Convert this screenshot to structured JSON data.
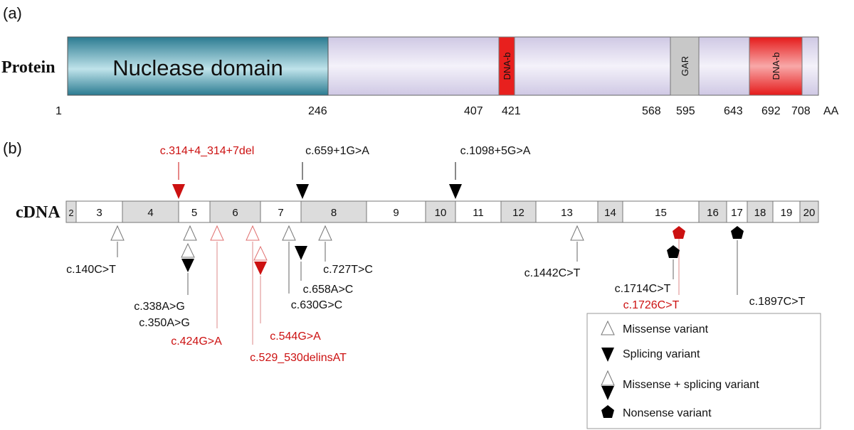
{
  "panel_a_label": "(a)",
  "panel_b_label": "(b)",
  "protein": {
    "row_label": "Protein",
    "unit": "AA",
    "colors": {
      "nuclease": "#2a7a90",
      "body": "#dcd6ec",
      "dna_binding": "#e81c1c",
      "gar": "#c8c8c8"
    },
    "domains": [
      {
        "label": "Nuclease domain",
        "start": 1,
        "end": 246,
        "kind": "nuclease"
      },
      {
        "label": "DNA-b",
        "start": 407,
        "end": 421,
        "kind": "dna_binding"
      },
      {
        "label": "GAR",
        "start": 568,
        "end": 595,
        "kind": "gar"
      },
      {
        "label": "DNA-b",
        "start": 643,
        "end": 692,
        "kind": "dna_binding"
      }
    ],
    "ticks": [
      "1",
      "246",
      "407",
      "421",
      "568",
      "595",
      "643",
      "692",
      "708"
    ]
  },
  "cdna": {
    "row_label": "cDNA",
    "exons": [
      "2",
      "3",
      "4",
      "5",
      "6",
      "7",
      "8",
      "9",
      "10",
      "11",
      "12",
      "13",
      "14",
      "15",
      "16",
      "17",
      "18",
      "19",
      "20"
    ],
    "exon_shading": [
      "gray",
      "white",
      "gray",
      "white",
      "gray",
      "white",
      "gray",
      "white",
      "gray",
      "white",
      "gray",
      "white",
      "gray",
      "white",
      "gray",
      "white",
      "gray",
      "white",
      "gray"
    ],
    "variants_above": [
      {
        "label": "c.314+4_314+7del",
        "type": "splicing",
        "color": "#cc1111"
      },
      {
        "label": "c.659+1G>A",
        "type": "splicing",
        "color": "#000000"
      },
      {
        "label": "c.1098+5G>A",
        "type": "splicing",
        "color": "#000000"
      }
    ],
    "variants_below": [
      {
        "label": "c.140C>T",
        "type": "missense",
        "color": "#000000"
      },
      {
        "label": "c.338A>G",
        "type": "missense",
        "color": "#000000"
      },
      {
        "label": "c.350A>G",
        "type": "missense+splicing",
        "color": "#000000"
      },
      {
        "label": "c.424G>A",
        "type": "missense",
        "color": "#cc1111"
      },
      {
        "label": "c.529_530delinsAT",
        "type": "missense",
        "color": "#cc1111"
      },
      {
        "label": "c.544G>A",
        "type": "missense+splicing",
        "color": "#cc1111"
      },
      {
        "label": "c.630G>C",
        "type": "missense",
        "color": "#000000"
      },
      {
        "label": "c.658A>C",
        "type": "splicing",
        "color": "#000000"
      },
      {
        "label": "c.727T>C",
        "type": "missense",
        "color": "#000000"
      },
      {
        "label": "c.1442C>T",
        "type": "missense",
        "color": "#000000"
      },
      {
        "label": "c.1714C>T",
        "type": "nonsense",
        "color": "#000000"
      },
      {
        "label": "c.1726C>T",
        "type": "nonsense",
        "color": "#cc1111"
      },
      {
        "label": "c.1897C>T",
        "type": "nonsense",
        "color": "#000000"
      }
    ]
  },
  "legend": {
    "items": [
      {
        "label": "Missense variant",
        "symbol": "missense"
      },
      {
        "label": "Splicing variant",
        "symbol": "splicing"
      },
      {
        "label": "Missense + splicing variant",
        "symbol": "missense+splicing"
      },
      {
        "label": "Nonsense variant",
        "symbol": "nonsense"
      }
    ]
  }
}
